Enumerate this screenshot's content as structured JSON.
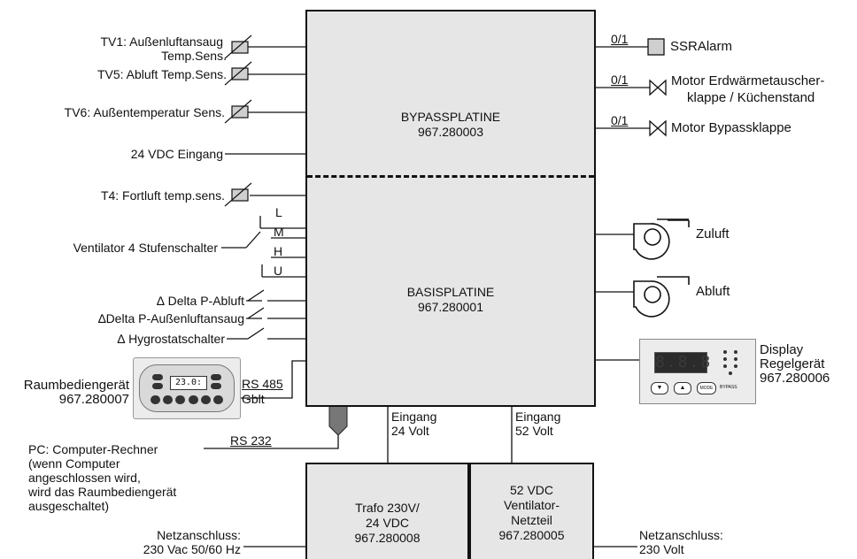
{
  "sensors": {
    "tv1_line1": "TV1:  Außenluftansaug",
    "tv1_line2": "Temp.Sens.",
    "tv5": "TV5:  Abluft Temp.Sens.",
    "tv6": "TV6:  Außentemperatur Sens.",
    "vdc_in": "24 VDC Eingang",
    "t4": "T4: Fortluft temp.sens."
  },
  "ventilator": {
    "label": "Ventilator 4 Stufenschalter",
    "stages": [
      "L",
      "M",
      "H",
      "U"
    ]
  },
  "switches": {
    "delta_abluft": "Delta P-Abluft",
    "delta_aussen": "Delta P-Außenluftansaug",
    "hygro": "Hygrostatschalter",
    "delta_symbol": "∆"
  },
  "raum": {
    "label1": "Raumbediengerät",
    "label2": "967.280007",
    "rs485": "RS 485",
    "gblt": "Gblt",
    "lcd": "23.0:"
  },
  "pc": {
    "rs232": "RS 232",
    "lines": [
      "PC: Computer-Rechner",
      "(wenn Computer",
      "angeschlossen wird,",
      "wird das Raumbediengerät",
      "ausgeschaltet)"
    ]
  },
  "netz_left": [
    "Netzanschluss:",
    "230 Vac 50/60 Hz"
  ],
  "netz_right": [
    "Netzanschluss:",
    "230 Volt"
  ],
  "bypass_board": {
    "name": "BYPASSPLATINE",
    "code": "967.280003"
  },
  "basis_board": {
    "name": "BASISPLATINE",
    "code": "967.280001"
  },
  "eingang24": [
    "Eingang",
    "24 Volt"
  ],
  "eingang52": [
    "Eingang",
    "52 Volt"
  ],
  "trafo": [
    "Trafo 230V/",
    "24 VDC",
    "967.280008"
  ],
  "netzteil": [
    "52 VDC",
    "Ventilator-",
    "Netzteil",
    "967.280005"
  ],
  "outputs": {
    "ssr_signal": "0/1",
    "ssr": "SSRAlarm",
    "erd_signal": "0/1",
    "erd1": "Motor Erdwärmetauscher-",
    "erd2": "klappe / Küchenstand",
    "byp_signal": "0/1",
    "byp": "Motor Bypassklappe"
  },
  "fans": {
    "zuluft": "Zuluft",
    "abluft": "Abluft"
  },
  "display": {
    "label": [
      "Display",
      "Regelgerät",
      "967.280006"
    ],
    "mode_btn": "MODE",
    "bypass_tag": "BYPASS",
    "digits": "8.8.8"
  }
}
